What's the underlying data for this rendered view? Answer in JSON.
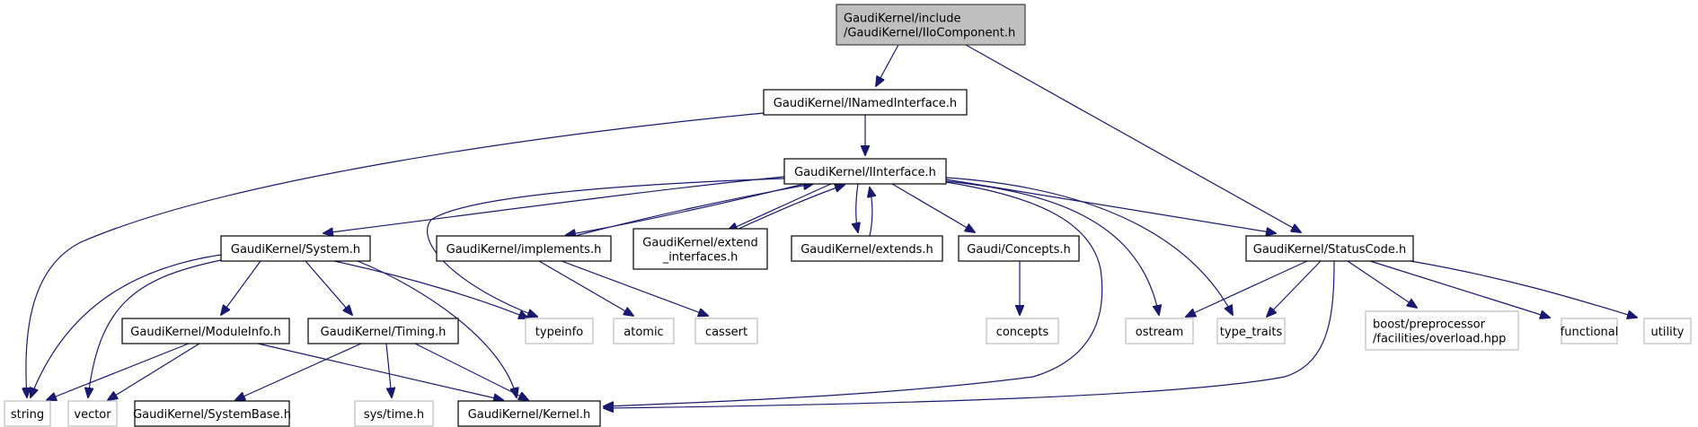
{
  "diagram": {
    "type": "include-dependency-graph",
    "colors": {
      "edge": "#191970",
      "root_fill": "#bfbfbf",
      "root_border": "#404040",
      "documented_border": "#000000",
      "external_border": "#bfbfbf",
      "node_fill": "#ffffff"
    },
    "nodes": [
      {
        "id": "iiocomponent",
        "lines": [
          "GaudiKernel/include",
          "/GaudiKernel/IIoComponent.h"
        ],
        "kind": "root"
      },
      {
        "id": "inamedinterface",
        "lines": [
          "GaudiKernel/INamedInterface.h"
        ],
        "kind": "documented"
      },
      {
        "id": "iinterface",
        "lines": [
          "GaudiKernel/IInterface.h"
        ],
        "kind": "documented"
      },
      {
        "id": "system",
        "lines": [
          "GaudiKernel/System.h"
        ],
        "kind": "documented"
      },
      {
        "id": "implements",
        "lines": [
          "GaudiKernel/implements.h"
        ],
        "kind": "documented"
      },
      {
        "id": "extend_interfaces",
        "lines": [
          "GaudiKernel/extend",
          "_interfaces.h"
        ],
        "kind": "documented"
      },
      {
        "id": "extends",
        "lines": [
          "GaudiKernel/extends.h"
        ],
        "kind": "documented"
      },
      {
        "id": "concepts_h",
        "lines": [
          "Gaudi/Concepts.h"
        ],
        "kind": "documented"
      },
      {
        "id": "statuscode",
        "lines": [
          "GaudiKernel/StatusCode.h"
        ],
        "kind": "documented"
      },
      {
        "id": "moduleinfo",
        "lines": [
          "GaudiKernel/ModuleInfo.h"
        ],
        "kind": "documented"
      },
      {
        "id": "timing",
        "lines": [
          "GaudiKernel/Timing.h"
        ],
        "kind": "documented"
      },
      {
        "id": "typeinfo",
        "lines": [
          "typeinfo"
        ],
        "kind": "external"
      },
      {
        "id": "atomic",
        "lines": [
          "atomic"
        ],
        "kind": "external"
      },
      {
        "id": "cassert",
        "lines": [
          "cassert"
        ],
        "kind": "external"
      },
      {
        "id": "concepts",
        "lines": [
          "concepts"
        ],
        "kind": "external"
      },
      {
        "id": "ostream",
        "lines": [
          "ostream"
        ],
        "kind": "external"
      },
      {
        "id": "type_traits",
        "lines": [
          "type_traits"
        ],
        "kind": "external"
      },
      {
        "id": "boost_overload",
        "lines": [
          "boost/preprocessor",
          "/facilities/overload.hpp"
        ],
        "kind": "external"
      },
      {
        "id": "functional",
        "lines": [
          "functional"
        ],
        "kind": "external"
      },
      {
        "id": "utility",
        "lines": [
          "utility"
        ],
        "kind": "external"
      },
      {
        "id": "string",
        "lines": [
          "string"
        ],
        "kind": "external"
      },
      {
        "id": "vector",
        "lines": [
          "vector"
        ],
        "kind": "external"
      },
      {
        "id": "systembase",
        "lines": [
          "GaudiKernel/SystemBase.h"
        ],
        "kind": "documented"
      },
      {
        "id": "systime",
        "lines": [
          "sys/time.h"
        ],
        "kind": "external"
      },
      {
        "id": "kernel",
        "lines": [
          "GaudiKernel/Kernel.h"
        ],
        "kind": "documented"
      }
    ],
    "edges": [
      {
        "from": "iiocomponent",
        "to": "inamedinterface"
      },
      {
        "from": "iiocomponent",
        "to": "statuscode"
      },
      {
        "from": "inamedinterface",
        "to": "iinterface"
      },
      {
        "from": "inamedinterface",
        "to": "string"
      },
      {
        "from": "iinterface",
        "to": "system"
      },
      {
        "from": "iinterface",
        "to": "implements"
      },
      {
        "from": "iinterface",
        "to": "extend_interfaces"
      },
      {
        "from": "iinterface",
        "to": "extends"
      },
      {
        "from": "iinterface",
        "to": "concepts_h"
      },
      {
        "from": "iinterface",
        "to": "statuscode"
      },
      {
        "from": "iinterface",
        "to": "typeinfo"
      },
      {
        "from": "iinterface",
        "to": "ostream"
      },
      {
        "from": "iinterface",
        "to": "type_traits"
      },
      {
        "from": "iinterface",
        "to": "kernel"
      },
      {
        "from": "implements",
        "to": "iinterface"
      },
      {
        "from": "extend_interfaces",
        "to": "iinterface"
      },
      {
        "from": "extends",
        "to": "iinterface"
      },
      {
        "from": "implements",
        "to": "atomic"
      },
      {
        "from": "implements",
        "to": "cassert"
      },
      {
        "from": "system",
        "to": "moduleinfo"
      },
      {
        "from": "system",
        "to": "timing"
      },
      {
        "from": "system",
        "to": "typeinfo"
      },
      {
        "from": "system",
        "to": "string"
      },
      {
        "from": "system",
        "to": "vector"
      },
      {
        "from": "system",
        "to": "kernel"
      },
      {
        "from": "concepts_h",
        "to": "concepts"
      },
      {
        "from": "moduleinfo",
        "to": "string"
      },
      {
        "from": "moduleinfo",
        "to": "vector"
      },
      {
        "from": "moduleinfo",
        "to": "kernel"
      },
      {
        "from": "timing",
        "to": "systembase"
      },
      {
        "from": "timing",
        "to": "systime"
      },
      {
        "from": "timing",
        "to": "kernel"
      },
      {
        "from": "statuscode",
        "to": "ostream"
      },
      {
        "from": "statuscode",
        "to": "type_traits"
      },
      {
        "from": "statuscode",
        "to": "kernel"
      },
      {
        "from": "statuscode",
        "to": "boost_overload"
      },
      {
        "from": "statuscode",
        "to": "functional"
      },
      {
        "from": "statuscode",
        "to": "utility"
      }
    ]
  }
}
